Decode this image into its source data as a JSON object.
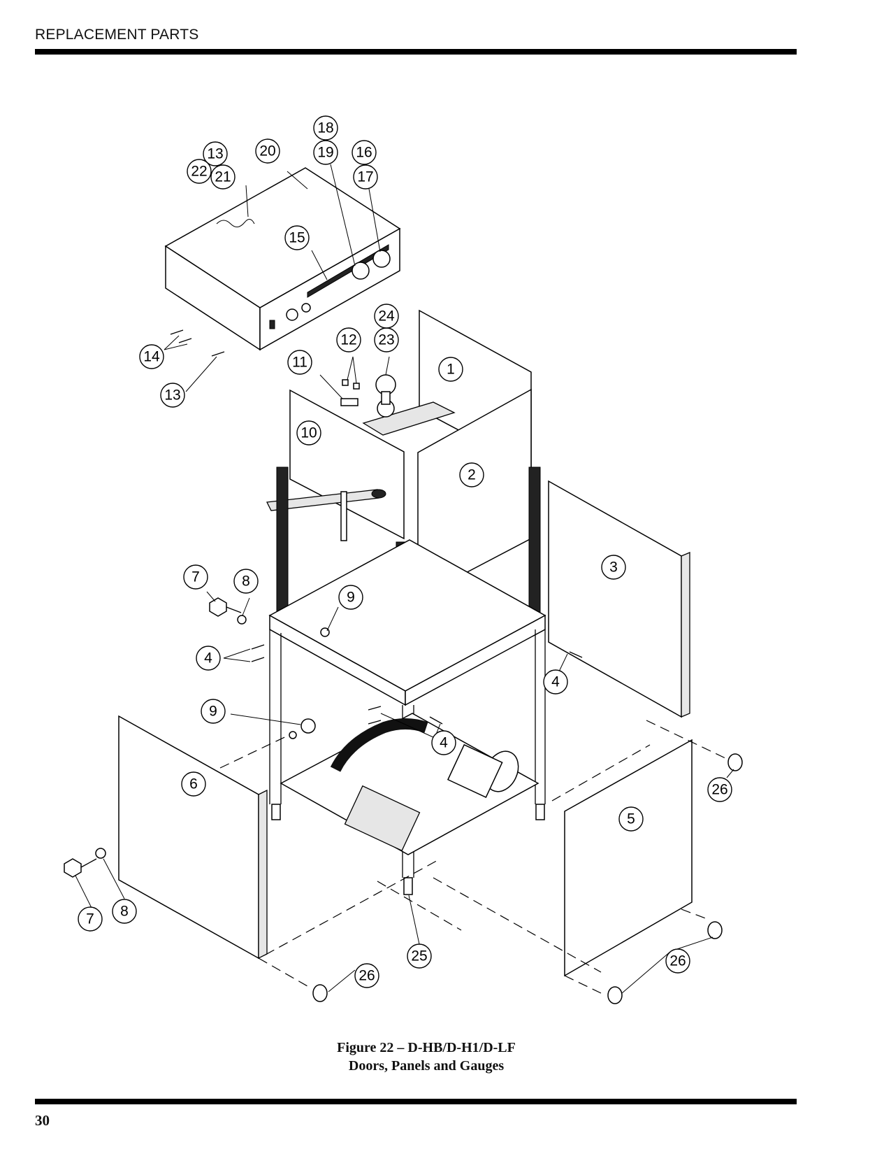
{
  "header": {
    "title": "REPLACEMENT PARTS"
  },
  "figure": {
    "caption_line1": "Figure 22 – D-HB/D-H1/D-LF",
    "caption_line2": "Doors, Panels and Gauges"
  },
  "callouts": [
    {
      "label": "1"
    },
    {
      "label": "2"
    },
    {
      "label": "3"
    },
    {
      "label": "4"
    },
    {
      "label": "4"
    },
    {
      "label": "4"
    },
    {
      "label": "5"
    },
    {
      "label": "6"
    },
    {
      "label": "7"
    },
    {
      "label": "7"
    },
    {
      "label": "8"
    },
    {
      "label": "8"
    },
    {
      "label": "9"
    },
    {
      "label": "9"
    },
    {
      "label": "10"
    },
    {
      "label": "11"
    },
    {
      "label": "12"
    },
    {
      "label": "13"
    },
    {
      "label": "13"
    },
    {
      "label": "14"
    },
    {
      "label": "15"
    },
    {
      "label": "16"
    },
    {
      "label": "17"
    },
    {
      "label": "18"
    },
    {
      "label": "19"
    },
    {
      "label": "20"
    },
    {
      "label": "21"
    },
    {
      "label": "22"
    },
    {
      "label": "23"
    },
    {
      "label": "24"
    },
    {
      "label": "25"
    },
    {
      "label": "26"
    },
    {
      "label": "26"
    },
    {
      "label": "26"
    }
  ],
  "footer": {
    "page_number": "30"
  }
}
